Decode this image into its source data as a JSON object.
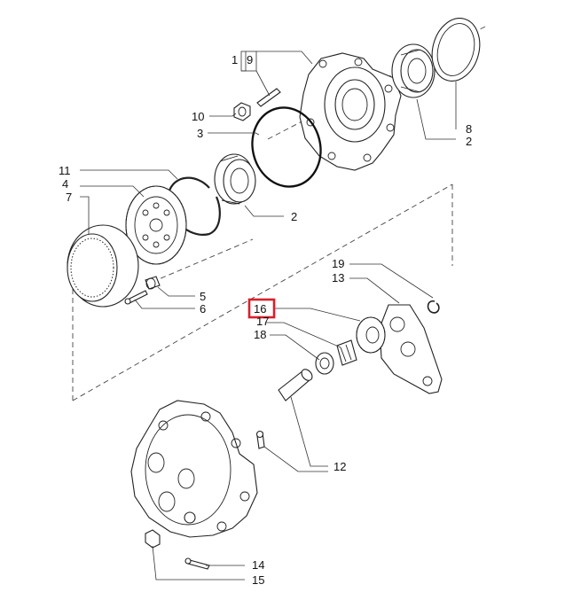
{
  "diagram": {
    "highlight_color": "#d9202b",
    "callouts": [
      {
        "id": "c1",
        "text": "1"
      },
      {
        "id": "c9",
        "text": "9"
      },
      {
        "id": "c10",
        "text": "10"
      },
      {
        "id": "c3",
        "text": "3"
      },
      {
        "id": "c8",
        "text": "8"
      },
      {
        "id": "c2a",
        "text": "2"
      },
      {
        "id": "c11",
        "text": "11"
      },
      {
        "id": "c4",
        "text": "4"
      },
      {
        "id": "c7",
        "text": "7"
      },
      {
        "id": "c2b",
        "text": "2"
      },
      {
        "id": "c19",
        "text": "19"
      },
      {
        "id": "c13",
        "text": "13"
      },
      {
        "id": "c5",
        "text": "5"
      },
      {
        "id": "c6",
        "text": "6"
      },
      {
        "id": "c16",
        "text": "16"
      },
      {
        "id": "c17",
        "text": "17"
      },
      {
        "id": "c18",
        "text": "18"
      },
      {
        "id": "c12",
        "text": "12"
      },
      {
        "id": "c14",
        "text": "14"
      },
      {
        "id": "c15",
        "text": "15"
      }
    ]
  }
}
